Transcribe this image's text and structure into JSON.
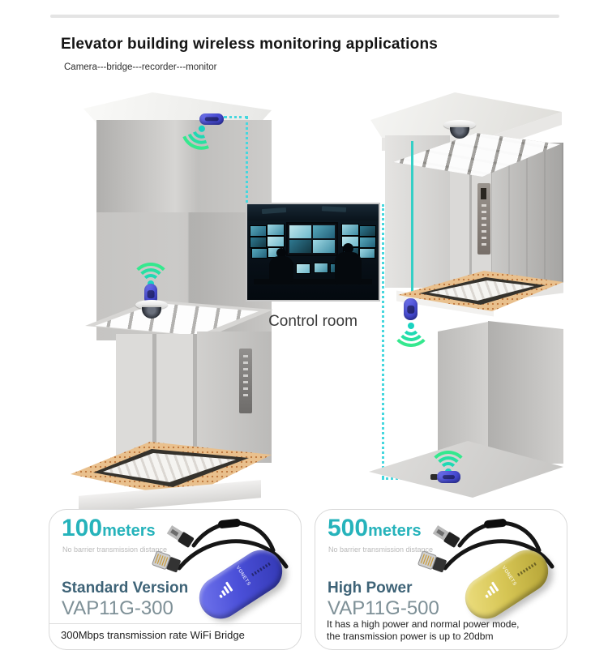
{
  "header": {
    "title": "Elevator building wireless monitoring applications",
    "subtitle": "Camera---bridge---recorder---monitor"
  },
  "diagram": {
    "control_room_label": "Control room",
    "icons": {
      "wifi_signal": "wifi-signal-icon",
      "dome_camera": "dome-camera-icon",
      "wifi_bridge": "wifi-bridge-dongle",
      "connection": "dashed-cyan-connector"
    },
    "colors": {
      "wifi_green": "#2ae0a4",
      "connector_cyan": "#45d7de",
      "bridge_device_blue": "#4a4fd8"
    }
  },
  "cards": [
    {
      "distance_value": "100",
      "distance_unit": "meters",
      "note": "No barrier transmission distance",
      "version_name": "Standard Version",
      "model": "VAP11G-300",
      "description_line1": "300Mbps transmission rate WiFi Bridge",
      "description_line2": "",
      "brand": "VONETS",
      "device_color": "#4a4fd8"
    },
    {
      "distance_value": "500",
      "distance_unit": "meters",
      "note": "No barrier transmission distance",
      "version_name": "High Power",
      "model": "VAP11G-500",
      "description_line1": "It has a high power and normal power mode,",
      "description_line2": "the transmission power is up to 20dbm",
      "brand": "VONETS",
      "device_color": "#d6c554"
    }
  ],
  "colors": {
    "accent_teal": "#26b3bb",
    "heading_slate": "#3e6377",
    "model_gray": "#7e9097",
    "note_gray": "#b9b9b9",
    "text_dark": "#1d1d1d"
  }
}
